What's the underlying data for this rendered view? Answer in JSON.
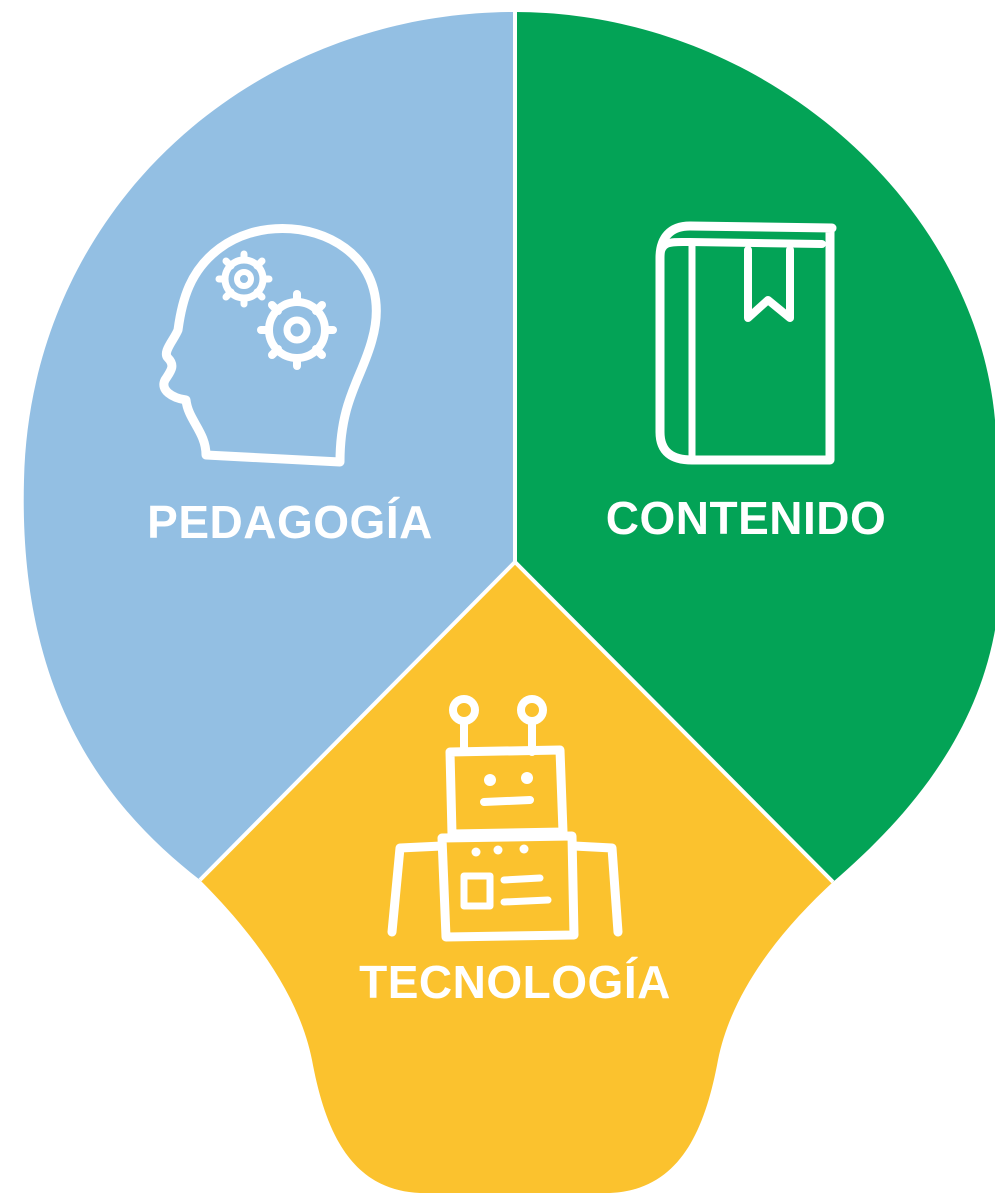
{
  "sections": {
    "pedagogia": {
      "label": "PEDAGOGÍA",
      "color": "#93bfe3",
      "icon": "head-with-gears-icon"
    },
    "contenido": {
      "label": "CONTENIDO",
      "color": "#03a356",
      "icon": "book-with-bookmark-icon"
    },
    "tecnologia": {
      "label": "TECNOLOGÍA",
      "color": "#fbc22e",
      "icon": "robot-icon"
    }
  }
}
